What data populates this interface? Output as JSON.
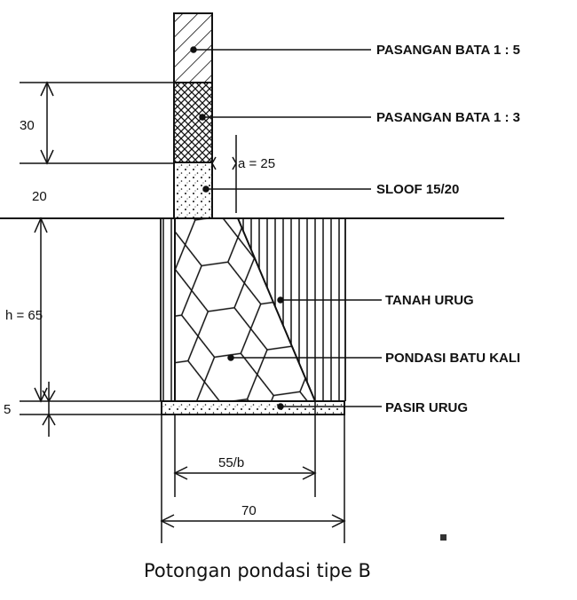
{
  "labels": {
    "bata15": "PASANGAN BATA 1 : 5",
    "bata13": "PASANGAN BATA 1 : 3",
    "sloof": "SLOOF 15/20",
    "tanah": "TANAH URUG",
    "batukali": "PONDASI BATU KALI",
    "pasir": "PASIR URUG"
  },
  "dims": {
    "d30": "30",
    "d20": "20",
    "a": "a = 25",
    "h": "h = 65",
    "d5": "5",
    "b": "55/b",
    "w70": "70"
  },
  "caption": "Potongan pondasi tipe B",
  "colors": {
    "ink": "#111111",
    "paper": "#ffffff"
  }
}
